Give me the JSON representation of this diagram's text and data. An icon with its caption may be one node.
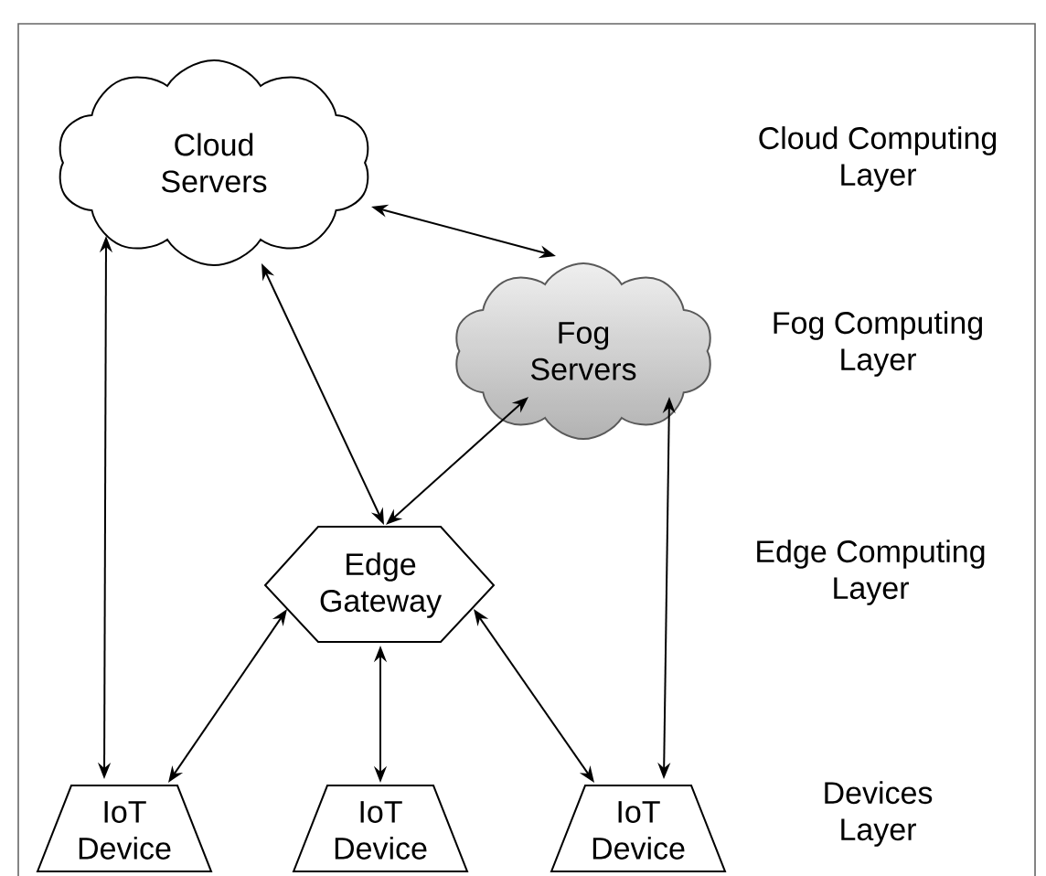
{
  "diagram": {
    "nodes": [
      {
        "text": [
          "Cloud Servers"
        ]
      },
      {
        "text": [
          "Fog Servers"
        ]
      },
      {
        "text": [
          "Edge Gateway"
        ]
      },
      {
        "text": [
          "IoT Device"
        ]
      },
      {
        "text": [
          "IoT Device"
        ]
      },
      {
        "text": [
          "IoT Device"
        ]
      }
    ],
    "edges": [
      {
        "from": 0,
        "to": 1,
        "arrow": "both"
      },
      {
        "from": 0,
        "to": 3,
        "arrow": "both"
      },
      {
        "from": 0,
        "to": 2,
        "arrow": "both"
      },
      {
        "from": 1,
        "to": 2,
        "arrow": "both"
      },
      {
        "from": 1,
        "to": 5,
        "arrow": "both"
      },
      {
        "from": 2,
        "to": 3,
        "arrow": "both"
      },
      {
        "from": 2,
        "to": 4,
        "arrow": "both"
      },
      {
        "from": 2,
        "to": 5,
        "arrow": "both"
      }
    ],
    "labels": [
      "Cloud Computing Layer",
      "Fog Computing Layer",
      "Edge Computing Layer",
      "Devices Layer"
    ]
  }
}
